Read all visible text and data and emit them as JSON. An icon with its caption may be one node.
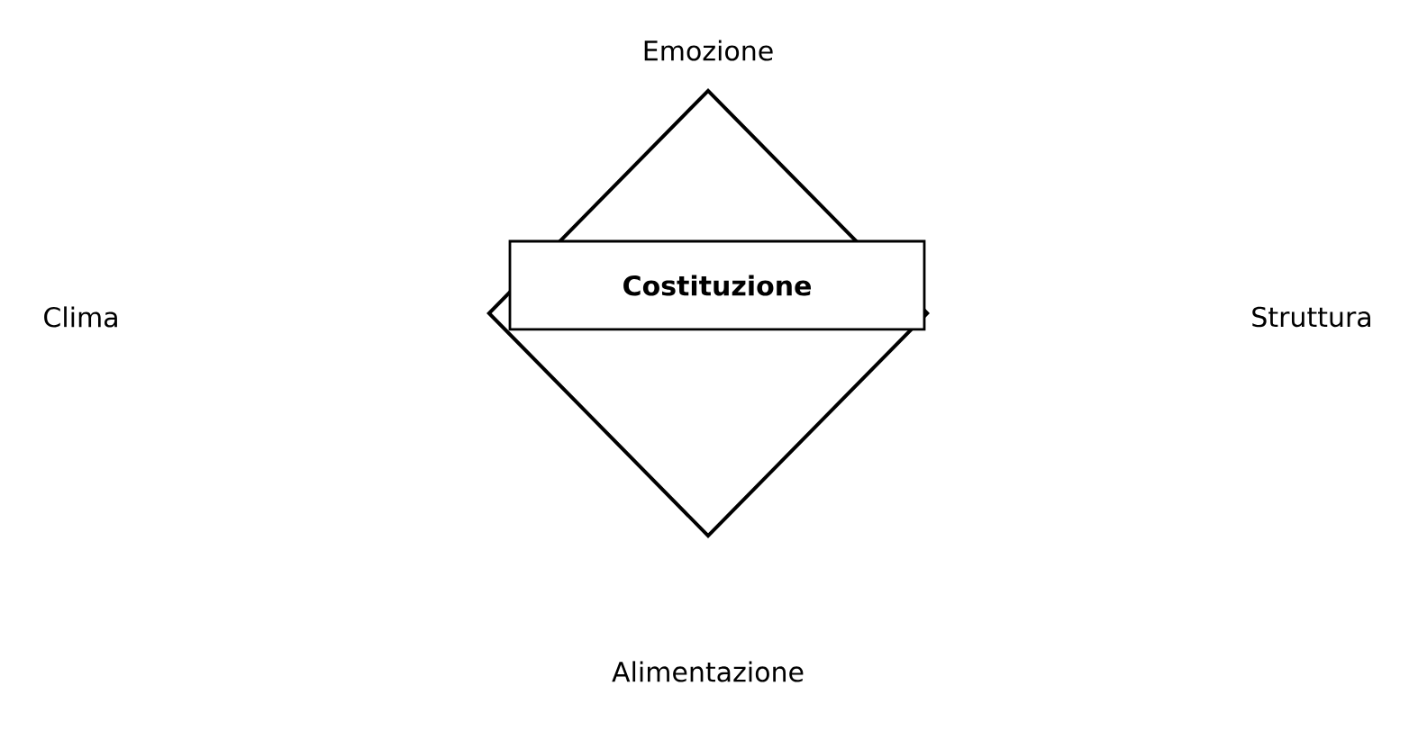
{
  "diagram": {
    "nodes": [
      {
        "text": [],
        "shape": "diamond"
      },
      {
        "text": [
          "Costituzione"
        ],
        "in": 0
      }
    ],
    "labels": [
      "Emozione",
      "Clima",
      "Struttura",
      "Alimentazione"
    ]
  }
}
